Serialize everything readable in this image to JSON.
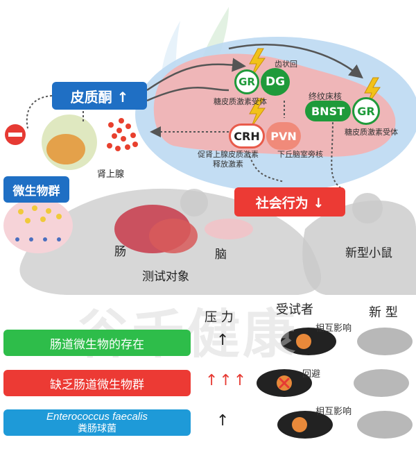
{
  "top": {
    "cortisol": "皮质酮 ↑",
    "microbiota": "微生物群",
    "adrenal_label": "肾上腺",
    "social_behavior": "社会行为 ↓",
    "gut_label": "肠",
    "brain_label": "脑",
    "test_subject": "测试对象",
    "novel_mouse": "新型小鼠"
  },
  "brain": {
    "gr": "GR",
    "dg": "DG",
    "dentate_label": "齿状回",
    "gr_receptor_left": "糖皮质激素受体",
    "bnst_label": "终纹床核",
    "bnst": "BNST",
    "gr_right": "GR",
    "gr_receptor_right": "糖皮质激素受体",
    "crh": "CRH",
    "pvn": "PVN",
    "crh_desc": "促肾上腺皮质激素\n释放激素",
    "pvn_desc": "下丘脑室旁核"
  },
  "legend": {
    "stress_header": "压 力",
    "subject_header": "受试者",
    "novel_header": "新 型",
    "watermark": "谷禾健康",
    "rows": [
      {
        "label": "肠道微生物的存在",
        "arrows": "↑",
        "interaction": "相互影响",
        "color": "#2ebd4a"
      },
      {
        "label": "缺乏肠道微生物群",
        "arrows": "↑↑↑",
        "interaction": "回避",
        "color": "#ec3a34"
      },
      {
        "label_italic": "Enterococcus faecalis",
        "label": "粪肠球菌",
        "arrows": "↑",
        "interaction": "相互影响",
        "color": "#1e9ad8"
      }
    ]
  },
  "colors": {
    "blue_tag": "#1f6fc4",
    "red_tag": "#ec3a34",
    "green_node": "#1f9a3a",
    "brain_bg": "#bcd9f2",
    "brain_tissue": "#f2a6a6"
  }
}
